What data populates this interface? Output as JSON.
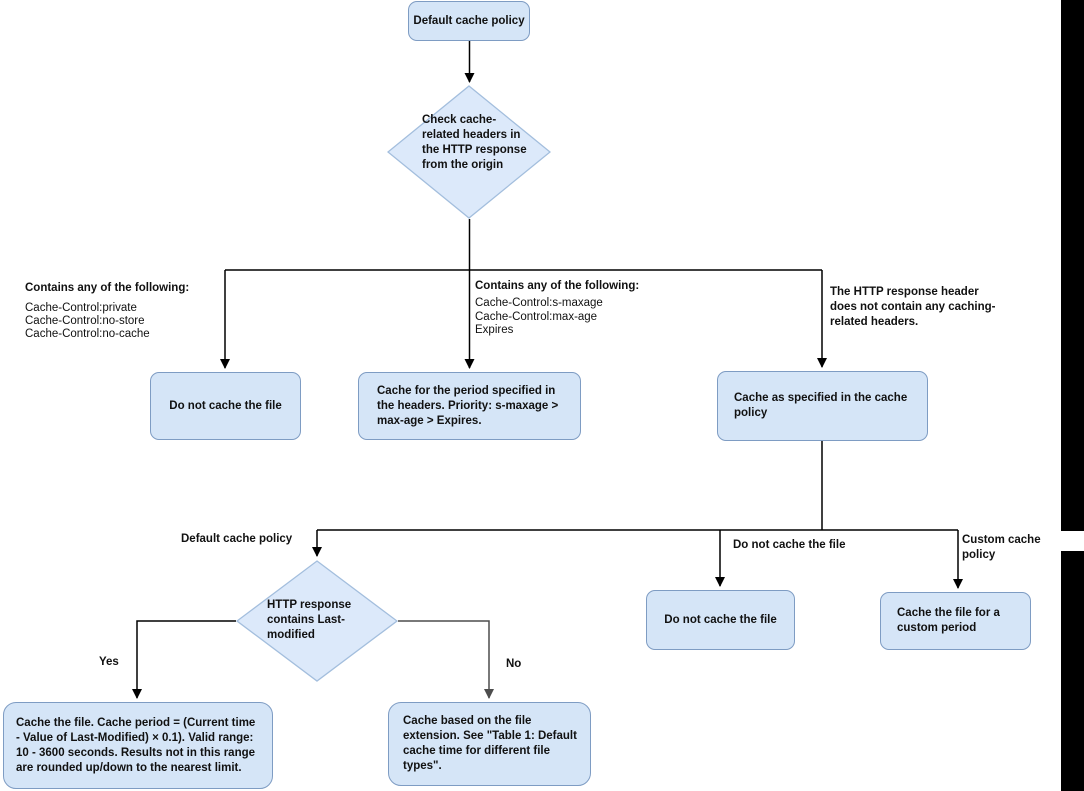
{
  "title": "Default cache policy flowchart",
  "colors": {
    "node_fill": "#d5e5f7",
    "node_border": "#7e9cc3",
    "diamond_fill": "#dce9fa",
    "diamond_border": "#a3bedd",
    "arrow": "#000000",
    "arrow_gray": "#4d4d4d",
    "outside_strip": "#000000"
  },
  "nodes": {
    "start": {
      "label": "Default cache policy"
    },
    "decision_headers": {
      "label": "Check cache-\nrelated headers in\nthe HTTP response\nfrom the origin"
    },
    "do_not_cache_1": {
      "label": "Do not cache the file"
    },
    "cache_period": {
      "label": "Cache for the period specified in the headers. Priority: s-maxage > max-age > Expires."
    },
    "cache_as_policy": {
      "label": "Cache as specified in the cache policy"
    },
    "decision_last_modified": {
      "label": "HTTP response\ncontains Last-\nmodified"
    },
    "do_not_cache_2": {
      "label": "Do not cache the file"
    },
    "cache_custom": {
      "label": "Cache the file for a custom period"
    },
    "cache_formula": {
      "label": "Cache the file. Cache period = (Current time - Value of Last-Modified) × 0.1). Valid range: 10 - 3600 seconds. Results not in this range are rounded up/down to the nearest limit."
    },
    "cache_extension": {
      "label": "Cache based on the file extension. See \"Table 1: Default cache time for different file types\"."
    }
  },
  "edge_labels": {
    "left_heading": "Contains any of the following:",
    "left_items": "Cache-Control:private\nCache-Control:no-store\nCache-Control:no-cache",
    "mid_heading": "Contains any of the following:",
    "mid_items": "Cache-Control:s-maxage\nCache-Control:max-age\nExpires",
    "right_text": "The HTTP response header does not contain any caching-related headers.",
    "default_policy": "Default cache policy",
    "do_not_cache": "Do not cache the file",
    "custom_policy": "Custom cache policy",
    "yes": "Yes",
    "no": "No"
  }
}
